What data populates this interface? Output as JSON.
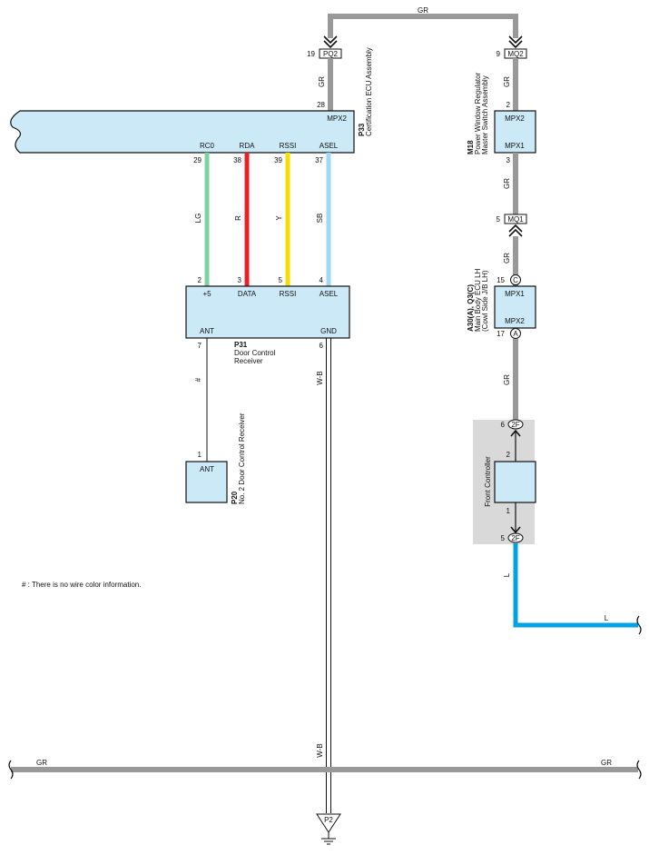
{
  "colors": {
    "box_fill": "#cce9f7",
    "wire_gray": "#999999",
    "wire_light_green": "#7fd1a2",
    "wire_red": "#e8202a",
    "wire_yellow": "#f6df00",
    "wire_sky_blue": "#9fd9f2",
    "wire_blue": "#00a3e0",
    "shade": "#d9d9d9"
  },
  "top_wire": {
    "color_code": "GR"
  },
  "connectors": {
    "pq2": {
      "pin": "19",
      "name": "PQ2"
    },
    "mq2": {
      "pin": "9",
      "name": "MQ2"
    },
    "mq1": {
      "pin": "5",
      "name": "MQ1"
    },
    "left_vertical_gr": "GR",
    "right_vertical_gr_1": "GR",
    "right_vertical_gr_2": "GR",
    "right_vertical_gr_3": "GR",
    "right_vertical_gr_4": "GR"
  },
  "p33": {
    "code": "P33",
    "name": "Certification ECU Assembly",
    "mpx2_pin": "28",
    "mpx2_label": "MPX2",
    "terminals": [
      {
        "label": "RC0",
        "pin": "29",
        "wire": "LG"
      },
      {
        "label": "RDA",
        "pin": "38",
        "wire": "R"
      },
      {
        "label": "RSSI",
        "pin": "39",
        "wire": "Y"
      },
      {
        "label": "ASEL",
        "pin": "37",
        "wire": "SB"
      }
    ]
  },
  "p31": {
    "code": "P31",
    "name_line1": "Door Control",
    "name_line2": "Receiver",
    "terminals": [
      {
        "label": "+5",
        "pin": "2"
      },
      {
        "label": "DATA",
        "pin": "3"
      },
      {
        "label": "RSSI",
        "pin": "5"
      },
      {
        "label": "ASEL",
        "pin": "4"
      }
    ],
    "ant_label": "ANT",
    "ant_pin": "7",
    "gnd_label": "GND",
    "gnd_pin": "6",
    "ant_wire": "#",
    "gnd_wire": "W-B"
  },
  "p20": {
    "code": "P20",
    "name": "No. 2 Door Control Receiver",
    "label": "ANT",
    "pin": "1"
  },
  "m18": {
    "code": "M18",
    "name_line1": "Power Window Regulator",
    "name_line2": "Master Switch Assembly",
    "mpx2_label": "MPX2",
    "mpx2_pin": "2",
    "mpx1_label": "MPX1",
    "mpx1_pin": "3"
  },
  "a30": {
    "code": "A30(A), Q3(C)",
    "name_line1": "Main Body ECU LH",
    "name_line2": "(Cowl Side J/B LH)",
    "mpx1_label": "MPX1",
    "mpx1_pin": "15",
    "mpx1_conn": "C",
    "mpx2_label": "MPX2",
    "mpx2_pin": "17",
    "mpx2_conn": "A"
  },
  "front_controller": {
    "name": "Front Controller",
    "top_pin": "6",
    "top_conn": "2F",
    "inner_top": "2",
    "inner_bottom": "1",
    "bottom_pin": "5",
    "bottom_conn": "2F"
  },
  "l_wire": {
    "vertical_label": "L",
    "horizontal_label": "L"
  },
  "ground": {
    "wire_label": "W-B",
    "point": "P2"
  },
  "bottom_bus": {
    "left_label": "GR",
    "right_label": "GR"
  },
  "note": "# : There is no wire color information."
}
